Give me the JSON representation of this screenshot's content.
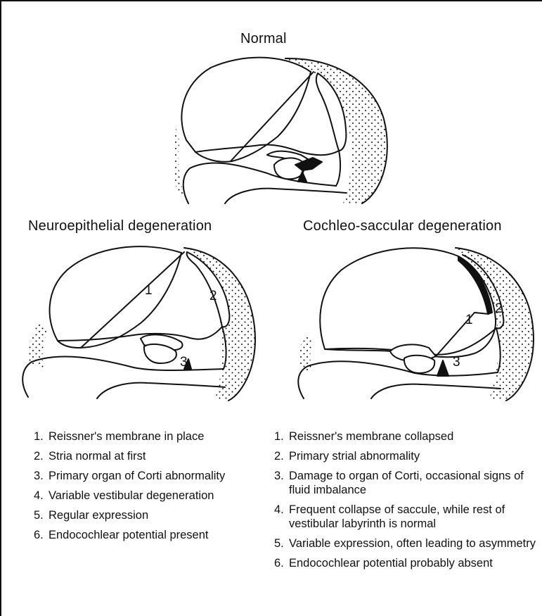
{
  "titles": {
    "normal": "Normal",
    "neuro": "Neuroepithelial degeneration",
    "cochleo": "Cochleo-saccular degeneration"
  },
  "diagram_labels": {
    "neuro": [
      "1",
      "2",
      "3"
    ],
    "cochleo": [
      "1",
      "2",
      "3"
    ]
  },
  "left_list": [
    {
      "num": "1.",
      "text": "Reissner's membrane in place"
    },
    {
      "num": "2.",
      "text": "Stria normal at first"
    },
    {
      "num": "3.",
      "text": "Primary organ of Corti abnormality"
    },
    {
      "num": "4.",
      "text": "Variable vestibular degeneration"
    },
    {
      "num": "5.",
      "text": "Regular expression"
    },
    {
      "num": "6.",
      "text": "Endocochlear potential present"
    }
  ],
  "right_list": [
    {
      "num": "1.",
      "text": "Reissner's membrane collapsed"
    },
    {
      "num": "2.",
      "text": "Primary strial abnormality"
    },
    {
      "num": "3.",
      "text": "Damage to organ of Corti, occasional signs of fluid imbalance"
    },
    {
      "num": "4.",
      "text": "Frequent collapse of saccule, while rest of vestibular labyrinth is normal"
    },
    {
      "num": "5.",
      "text": "Variable expression, often leading to asymmetry"
    },
    {
      "num": "6.",
      "text": "Endocochlear potential probably absent"
    }
  ]
}
